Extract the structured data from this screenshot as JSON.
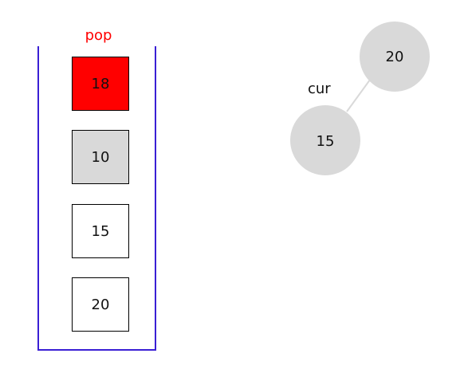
{
  "stack": {
    "operation_label": "pop",
    "operation_color": "#ff0000",
    "border_color": "#3a1fd4",
    "cells": [
      {
        "value": "18",
        "fill": "#ff0000"
      },
      {
        "value": "10",
        "fill": "#d9d9d9"
      },
      {
        "value": "15",
        "fill": "#ffffff"
      },
      {
        "value": "20",
        "fill": "#ffffff"
      }
    ]
  },
  "tree": {
    "node_fill": "#d9d9d9",
    "edge_color": "#d9d9d9",
    "pointer_label": "cur",
    "nodes": [
      {
        "id": "n20",
        "value": "20"
      },
      {
        "id": "n15",
        "value": "15"
      }
    ],
    "edges": [
      {
        "from": "n20",
        "to": "n15"
      }
    ]
  }
}
